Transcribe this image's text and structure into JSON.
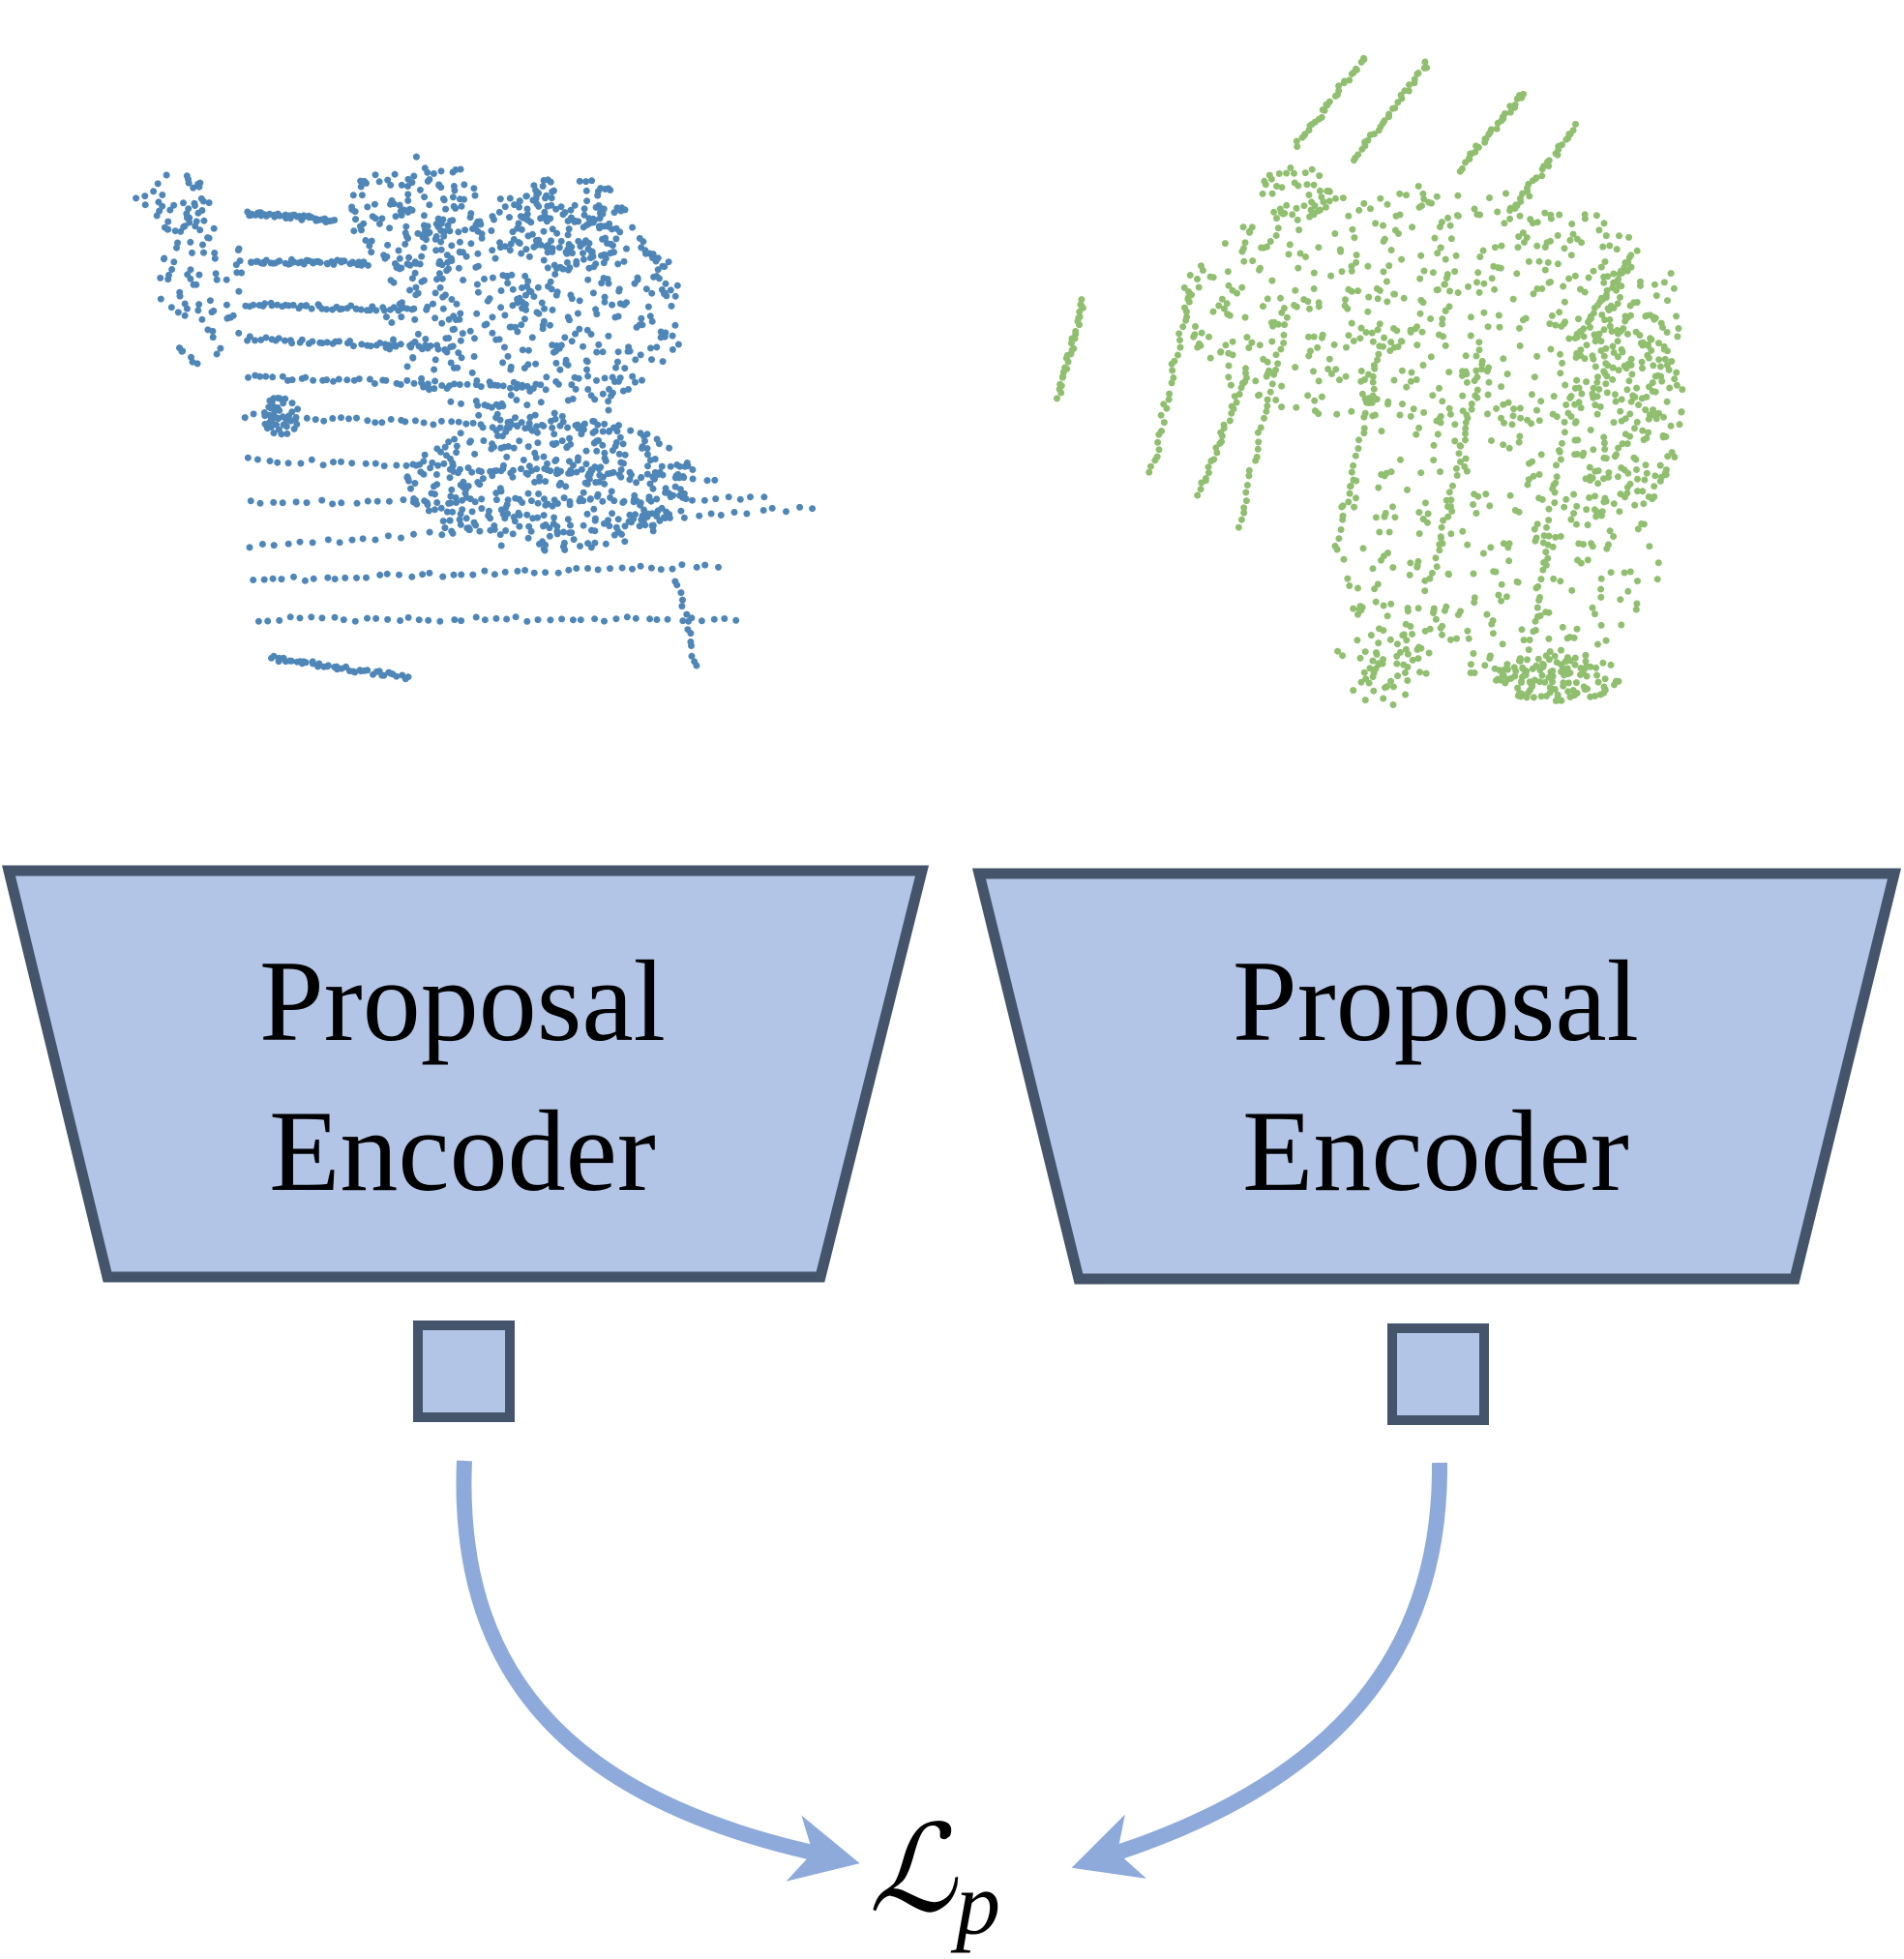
{
  "colors": {
    "blue_points": "#4f86b8",
    "green_points": "#8fbf6f",
    "encoder_fill": "#b2c5e6",
    "encoder_stroke": "#44546a",
    "arrow": "#8eaadb"
  },
  "encoders": [
    {
      "line1": "Proposal",
      "line2": "Encoder"
    },
    {
      "line1": "Proposal",
      "line2": "Encoder"
    }
  ],
  "loss": {
    "symbol": "ℒ",
    "subscript": "p"
  }
}
